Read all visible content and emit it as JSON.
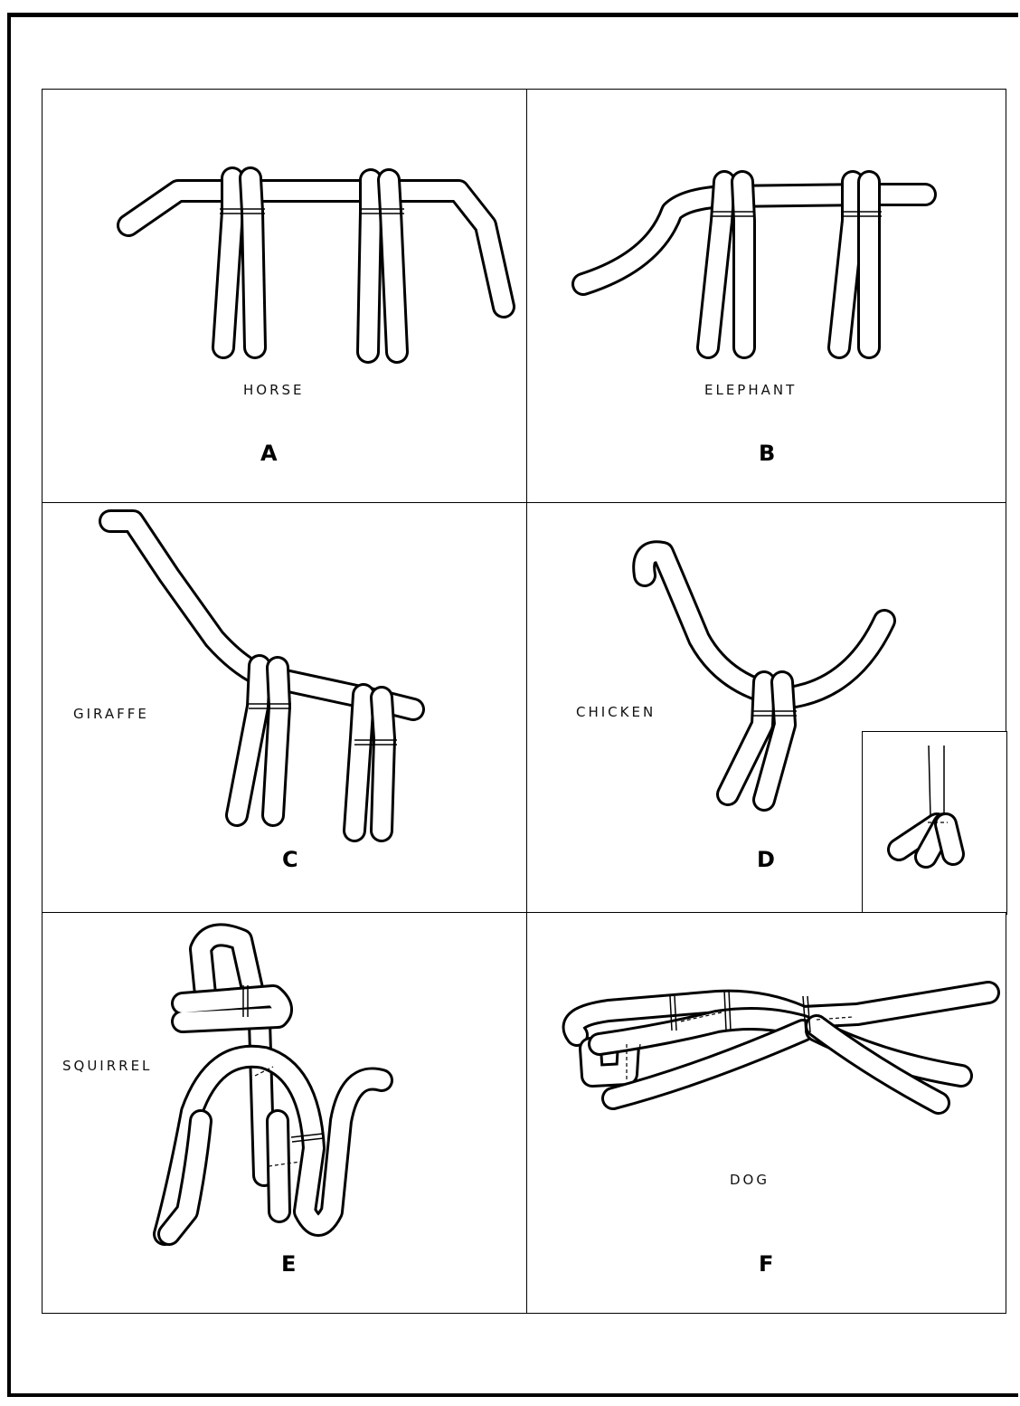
{
  "figure": {
    "panels": [
      {
        "id": "A",
        "animal": "HORSE",
        "letter": "A"
      },
      {
        "id": "B",
        "animal": "ELEPHANT",
        "letter": "B"
      },
      {
        "id": "C",
        "animal": "GIRAFFE",
        "letter": "C"
      },
      {
        "id": "D",
        "animal": "CHICKEN",
        "letter": "D"
      },
      {
        "id": "E",
        "animal": "SQUIRREL",
        "letter": "E"
      },
      {
        "id": "F",
        "animal": "DOG",
        "letter": "F"
      }
    ]
  }
}
